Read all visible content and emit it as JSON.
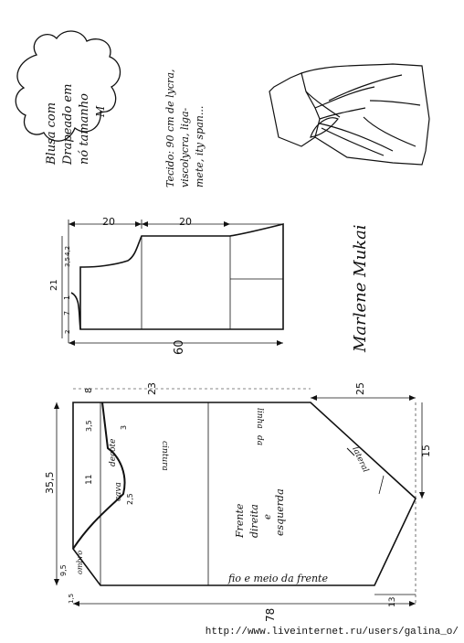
{
  "title": {
    "line1": "Blusa com",
    "line2": "Drapeado em",
    "line3": "nó  tamanho",
    "size": "M"
  },
  "fabric_note": {
    "line1": "Tecido: 90 cm de lycra,",
    "line2": "viscolycra, liga-",
    "line3": "mete, ity span..."
  },
  "back_pattern": {
    "top_left_dim": "20",
    "top_right_dim": "20",
    "width_dim": "60",
    "left_dim_21": "21",
    "left_dim_1": "1",
    "left_dim_7": "7",
    "left_dim_2": "2",
    "dim_35": "3,5",
    "dim_42": "4,2",
    "author_signature": "Marlene Mukai"
  },
  "front_pattern": {
    "height_dim": "35,5",
    "top_small_dim": "8",
    "dim_23": "23",
    "dim_25": "25",
    "dim_15": "15",
    "dim_78": "78",
    "dim_13": "13",
    "dim_35b": "3,5",
    "dim_3": "3",
    "dim_11": "11",
    "dim_25b": "2,5",
    "dim_35c": "9,5",
    "dim_15b": "1,5",
    "label_decote": "decote",
    "label_cava": "cava",
    "label_ombro": "ombro",
    "label_cintura": "cintura",
    "label_linha": "linha",
    "label_da": "da",
    "label_lateral": "lateral",
    "label_frente1": "Frente",
    "label_frente2": "direita",
    "label_frente3": "e",
    "label_frente4": "esquerda",
    "bottom_note": "fio e meio da frente"
  },
  "footer_url": "http://www.liveinternet.ru/users/galina_o/"
}
